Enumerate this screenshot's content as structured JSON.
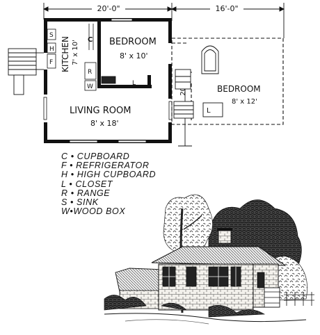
{
  "floor_plan": {
    "dimensions": {
      "main_width": "20'-0\"",
      "addition_width": "16'-0\"",
      "side_depth": "20'"
    },
    "rooms": {
      "kitchen": {
        "name": "KITCHEN",
        "size": "7' x 10'"
      },
      "bedroom_main": {
        "name": "BEDROOM",
        "size": "8' x 10'"
      },
      "living_room": {
        "name": "LIVING ROOM",
        "size": "8'  x  18'"
      },
      "bedroom_addition": {
        "name": "BEDROOM",
        "size": "8' x 12'"
      }
    },
    "fixture_marks": {
      "cupboard": "C",
      "range": "R",
      "wood_box": "W",
      "closet": "L",
      "sink": "S",
      "high_cupboard": "H",
      "refrigerator": "F"
    }
  },
  "legend": [
    {
      "code": "C",
      "text": "C • CUPBOARD"
    },
    {
      "code": "F",
      "text": "F • REFRIGERATOR"
    },
    {
      "code": "H",
      "text": "H • HIGH CUPBOARD"
    },
    {
      "code": "L",
      "text": "L • CLOSET"
    },
    {
      "code": "R",
      "text": "R • RANGE"
    },
    {
      "code": "S",
      "text": "S • SINK"
    },
    {
      "code": "W",
      "text": "W•WOOD BOX"
    }
  ]
}
